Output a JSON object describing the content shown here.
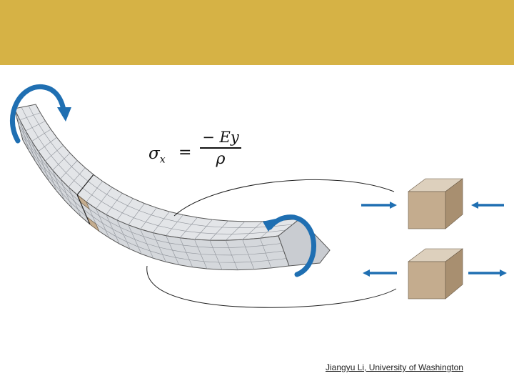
{
  "header": {
    "bar_color": "#d6b245"
  },
  "formula": {
    "lhs_symbol": "σ",
    "lhs_subscript": "x",
    "equals": "=",
    "numerator": "− Ey",
    "denominator": "ρ"
  },
  "figure": {
    "elements": [
      "bent-beam",
      "moment-arrow-left",
      "moment-arrow-right",
      "compression-cube",
      "tension-cube"
    ],
    "colors": {
      "beam_fill": "#d5d8dc",
      "beam_grid": "#8e9299",
      "arrow": "#1f6fb2",
      "cube_front": "#c4ac8e",
      "cube_top": "#ddd0bd",
      "cube_side": "#a88f70"
    }
  },
  "credit": {
    "text": "Jiangyu Li, University of Washington"
  }
}
